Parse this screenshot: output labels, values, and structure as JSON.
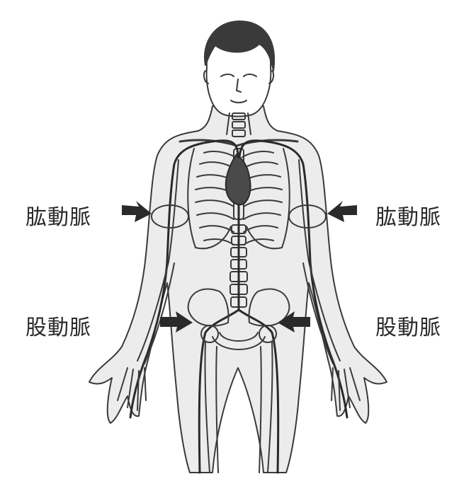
{
  "labels": {
    "upper_left": "肱動脈",
    "upper_right": "肱動脈",
    "lower_left": "股動脈",
    "lower_right": "股動脈"
  },
  "colors": {
    "background": "#ffffff",
    "line": "#3a3a3a",
    "body_fill": "#ececec",
    "vessel": "#2a2a2a",
    "heart": "#4a4a4a"
  }
}
